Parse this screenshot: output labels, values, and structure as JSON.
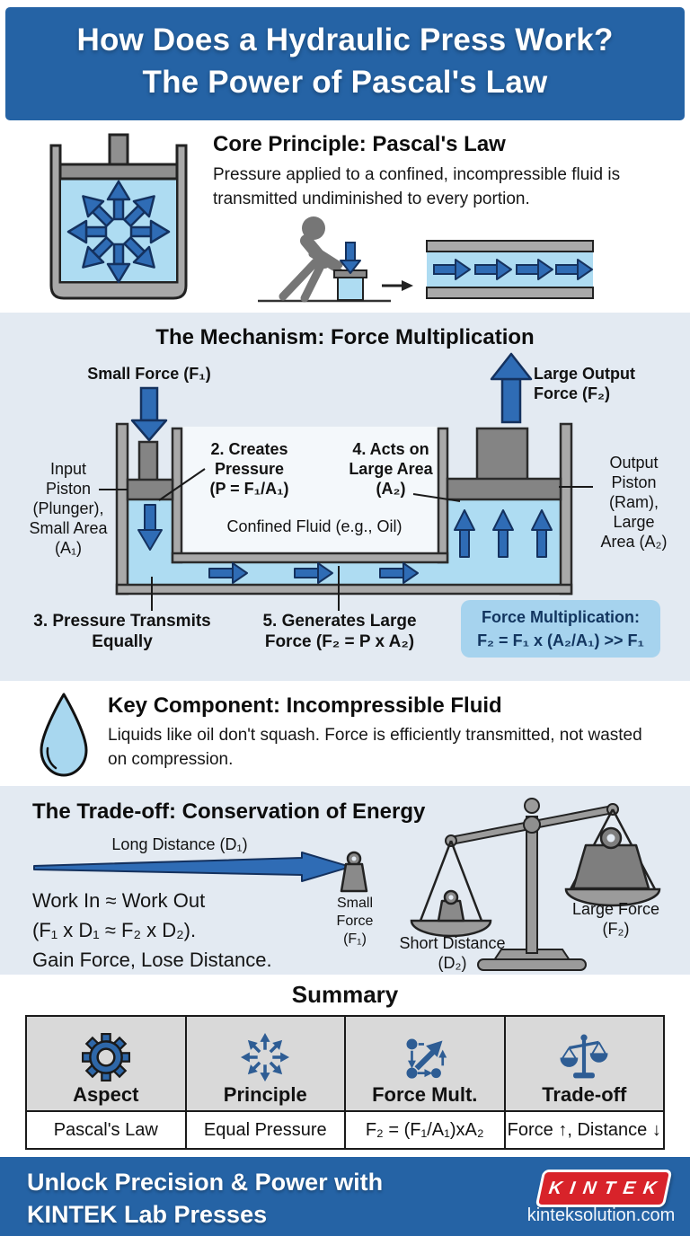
{
  "header": {
    "line1": "How Does a Hydraulic Press Work?",
    "line2": "The Power of Pascal's Law"
  },
  "core": {
    "title": "Core Principle: Pascal's Law",
    "body": "Pressure applied to a confined, incompressible fluid is transmitted undiminished to every portion."
  },
  "mechanism": {
    "title": "The Mechanism: Force Multiplication",
    "small_force": "Small Force (F₁)",
    "large_output": "Large Output\nForce (F₂)",
    "input_piston": "Input\nPiston\n(Plunger),\nSmall Area\n(A₁)",
    "creates_pressure": "2. Creates\nPressure\n(P = F₁/A₁)",
    "acts_on": "4. Acts on\nLarge Area\n(A₂)",
    "confined_fluid": "Confined Fluid (e.g., Oil)",
    "output_piston": "Output\nPiston\n(Ram),\nLarge\nArea (A₂)",
    "label3": "3. Pressure Transmits\nEqually",
    "label5": "5. Generates Large\nForce (F₂ = P x A₂)",
    "box_title": "Force Multiplication:",
    "box_formula": "F₂ = F₁ x (A₂/A₁) >> F₁"
  },
  "key_component": {
    "title": "Key Component: Incompressible Fluid",
    "body": "Liquids like oil don't squash. Force is efficiently transmitted, not wasted on compression."
  },
  "tradeoff": {
    "title": "The Trade-off: Conservation of Energy",
    "long_distance": "Long Distance (D₁)",
    "small_force": "Small\nForce\n(F₁)",
    "work": "Work In ≈ Work Out\n(F₁ x D₁ ≈ F₂ x D₂).\nGain Force, Lose Distance.",
    "short_distance": "Short Distance\n(D₂)",
    "large_force": "Large Force\n(F₂)"
  },
  "summary": {
    "title": "Summary",
    "columns": [
      {
        "icon": "gear-icon",
        "header": "Aspect",
        "value": "Pascal's Law"
      },
      {
        "icon": "radiating-arrows-icon",
        "header": "Principle",
        "value": "Equal Pressure"
      },
      {
        "icon": "force-multiplication-icon",
        "header": "Force Mult.",
        "value": "F₂ = (F₁/A₁)xA₂"
      },
      {
        "icon": "balance-scale-icon",
        "header": "Trade-off",
        "value": "Force ↑, Distance ↓"
      }
    ]
  },
  "footer": {
    "tagline": "Unlock Precision & Power with\nKINTEK Lab Presses",
    "logo_text": "KINTEK",
    "website": "kinteksolution.com"
  },
  "colors": {
    "header_blue": "#2563a5",
    "section_light": "#e3eaf2",
    "arrow_blue": "#2f6cb5",
    "fluid_blue": "#aedcf2",
    "formula_box": "#a6d3ee",
    "accent_red": "#d8232a"
  }
}
